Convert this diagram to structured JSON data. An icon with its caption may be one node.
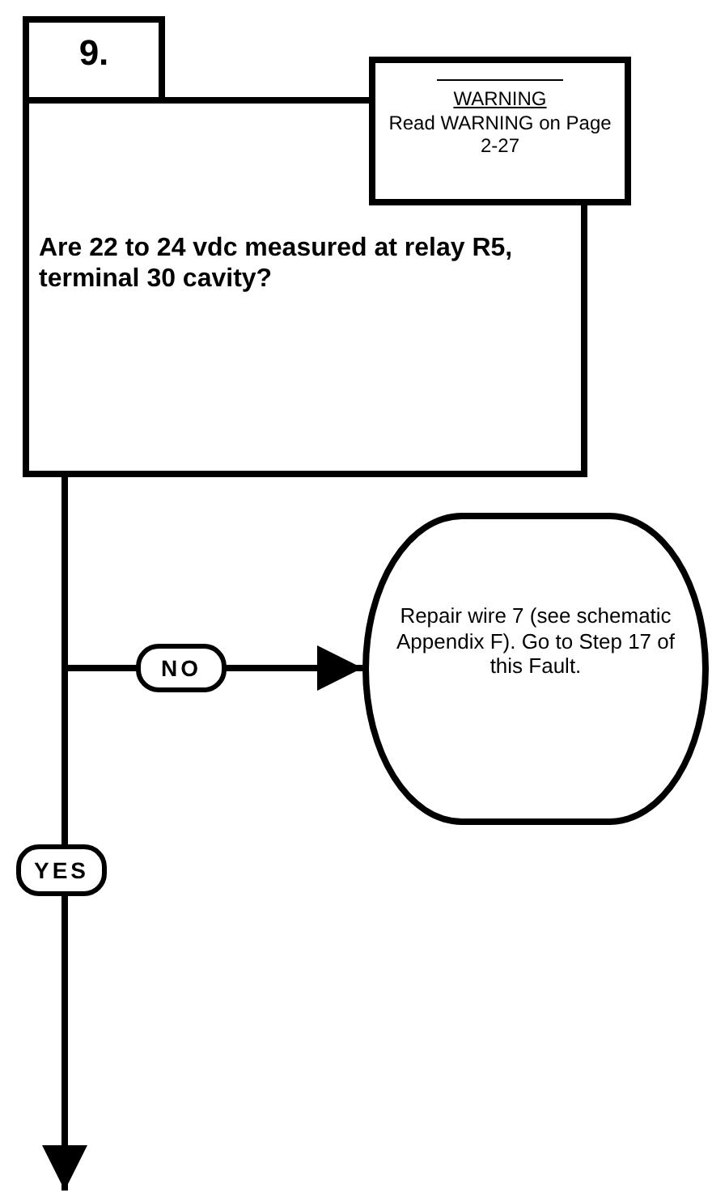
{
  "diagram": {
    "nodes": [
      {
        "text": [
          "9."
        ]
      },
      {
        "text": [
          "Are 22 to 24 vdc measured at relay R5, terminal 30 cavity?"
        ]
      },
      {
        "text": [
          "WARNING",
          "Read WARNING on Page 2-27"
        ]
      },
      {
        "text": [
          "Repair wire 7 (see schematic Appendix F).  Go to Step 17 of this Fault."
        ]
      }
    ],
    "edges": [
      {
        "from": 1,
        "to": 3,
        "arrow": "to",
        "label": "NO"
      },
      {
        "from": 1,
        "to": null,
        "arrow": "to",
        "label": "YES"
      }
    ]
  }
}
